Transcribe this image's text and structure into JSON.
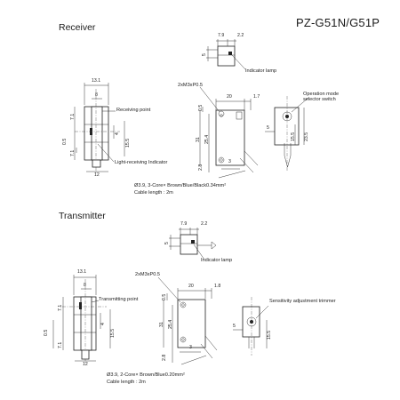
{
  "model_title": "PZ-G51N/G51P",
  "sections": {
    "receiver": "Receiver",
    "transmitter": "Transmitter"
  },
  "receiver": {
    "top_view": {
      "dims": [
        "7.9",
        "2.2",
        "5"
      ],
      "indicator_lamp": "Indicator lamp"
    },
    "side_view": {
      "dims": [
        "13.1",
        "8",
        "7.1",
        "4",
        "15.5",
        "0.5",
        "7.1",
        "12"
      ],
      "receiving_point": "Receiving point",
      "light_receiving_indicator": "Light-receiving Indicator"
    },
    "front_view": {
      "screw": "2xM3xP0.5",
      "dims": [
        "20",
        "1.7",
        "0.5",
        "31",
        "25.4",
        "2.8",
        "3"
      ],
      "cable": "Ø3.9, 3-Core× Brown/Blue/Black0.34mm²",
      "cable_length": "Cable length : 2m"
    },
    "rear_view": {
      "selector": "Operation mode\nselector switch",
      "dims": [
        "5",
        "23.5",
        "15.5"
      ]
    }
  },
  "transmitter": {
    "top_view": {
      "dims": [
        "7.9",
        "2.2",
        "5"
      ],
      "indicator_lamp": "Indicator lamp"
    },
    "side_view": {
      "dims": [
        "13.1",
        "8",
        "7.1",
        "4",
        "15.5",
        "0.5",
        "7.1",
        "12"
      ],
      "transmitting_point": "Transmitting point"
    },
    "front_view": {
      "screw": "2xM3xP0.5",
      "dims": [
        "20",
        "1.8",
        "0.5",
        "31",
        "25.4",
        "2.8",
        "3"
      ],
      "cable": "Ø3.9, 2-Core× Brown/Blue0.20mm²",
      "cable_length": "Cable length : 2m"
    },
    "rear_view": {
      "trimmer": "Sensitivity adjustment trimmer",
      "dims": [
        "5",
        "15.5"
      ]
    }
  }
}
